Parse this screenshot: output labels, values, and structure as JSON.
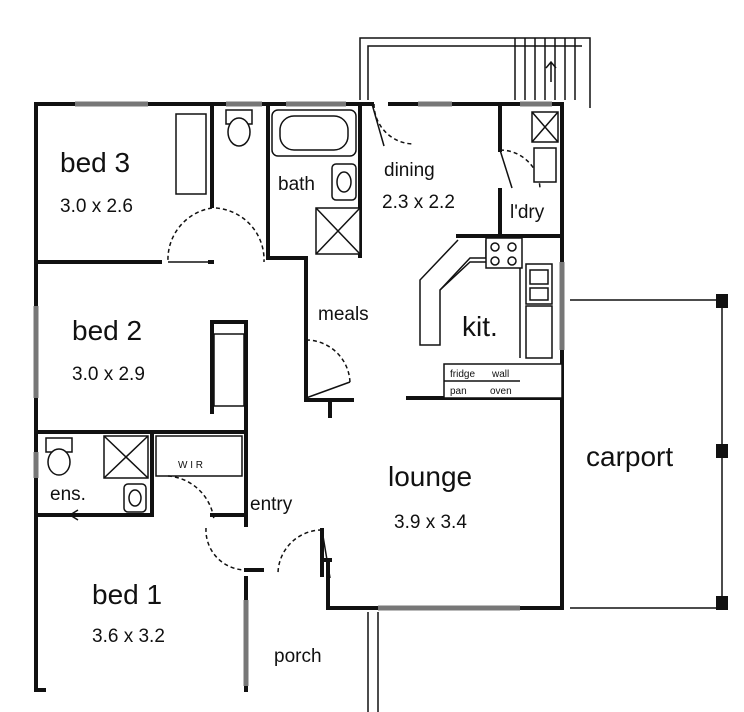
{
  "rooms": {
    "bed3": {
      "name": "bed 3",
      "size": "3.0 x 2.6"
    },
    "bed2": {
      "name": "bed 2",
      "size": "3.0 x 2.9"
    },
    "bed1": {
      "name": "bed 1",
      "size": "3.6 x 3.2"
    },
    "dining": {
      "name": "dining",
      "size": "2.3 x 2.2"
    },
    "lounge": {
      "name": "lounge",
      "size": "3.9 x 3.4"
    },
    "bath": {
      "name": "bath"
    },
    "meals": {
      "name": "meals"
    },
    "kit": {
      "name": "kit."
    },
    "ldry": {
      "name": "l'dry"
    },
    "ens": {
      "name": "ens."
    },
    "entry": {
      "name": "entry"
    },
    "porch": {
      "name": "porch"
    },
    "carport": {
      "name": "carport"
    }
  },
  "fixtures": {
    "wir": "W I R",
    "fridge": "fridge",
    "wall_oven": "wall",
    "pantry": "pan",
    "oven": "oven"
  },
  "icons": [
    "toilet-icon",
    "shower-icon",
    "basin-icon",
    "cooktop-icon",
    "sink-icon",
    "wardrobe-icon",
    "washer-icon"
  ]
}
